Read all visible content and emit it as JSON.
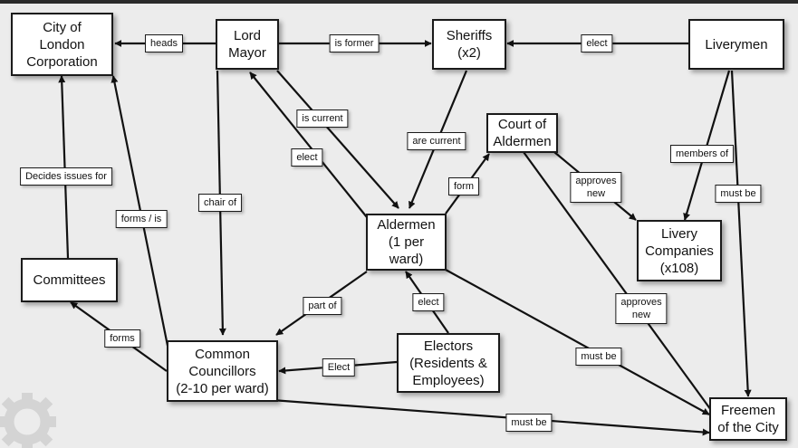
{
  "diagram": {
    "nodes": {
      "corporation": "City of\nLondon\nCorporation",
      "lord_mayor": "Lord\nMayor",
      "sheriffs": "Sheriffs\n(x2)",
      "liverymen": "Liverymen",
      "court_of_aldermen": "Court of\nAldermen",
      "aldermen": "Aldermen\n(1 per\nward)",
      "livery_companies": "Livery\nCompanies\n(x108)",
      "committees": "Committees",
      "common_councillors": "Common\nCouncillors\n(2-10 per ward)",
      "electors": "Electors\n(Residents &\nEmployees)",
      "freemen": "Freemen\nof the City"
    },
    "edges": {
      "heads": "heads",
      "is_former": "is former",
      "elect_sheriffs": "elect",
      "is_current": "is current",
      "elect_lord_mayor": "elect",
      "are_current": "are current",
      "form": "form",
      "chair_of": "chair of",
      "approves_new_livery": "approves\nnew",
      "members_of": "members of",
      "must_be_liverymen": "must be",
      "decides_issues_for": "Decides issues for",
      "forms_is": "forms / is",
      "part_of": "part of",
      "elect_aldermen": "elect",
      "forms": "forms",
      "elect_councillors": "Elect",
      "approves_new_freemen": "approves\nnew",
      "must_be_aldermen": "must be",
      "must_be_councillors": "must be"
    }
  }
}
